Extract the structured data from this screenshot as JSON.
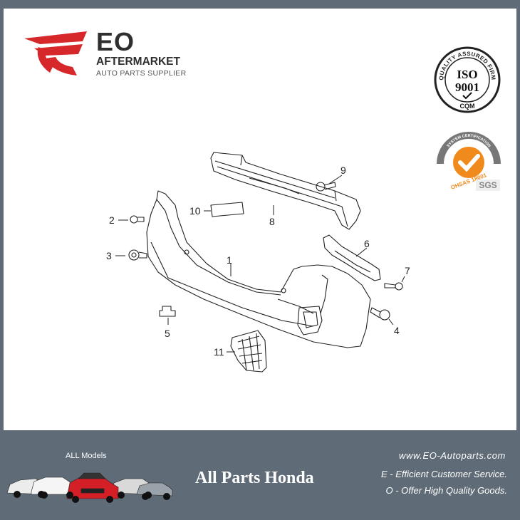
{
  "brand": {
    "name": "EO",
    "tagline": "AFTERMARKET",
    "subtitle": "AUTO PARTS SUPPLIER",
    "accent_color": "#d6282b"
  },
  "certifications": {
    "iso": {
      "ring_text": "QUALITY ASSURED FIRM",
      "title": "ISO",
      "number": "9001",
      "mark": "CQM"
    },
    "sgs": {
      "ring_text": "SYSTEM CERTIFICATION",
      "standard": "OHSAS 18001",
      "logo": "SGS"
    }
  },
  "diagram": {
    "callouts": [
      "1",
      "2",
      "3",
      "4",
      "5",
      "6",
      "7",
      "8",
      "9",
      "10",
      "11"
    ]
  },
  "footer": {
    "models_label": "ALL Models",
    "title": "All Parts Honda",
    "website": "www.EO-Autoparts.com",
    "line1": "E - Efficient Customer Service.",
    "line2": "O - Offer High Quality Goods."
  }
}
